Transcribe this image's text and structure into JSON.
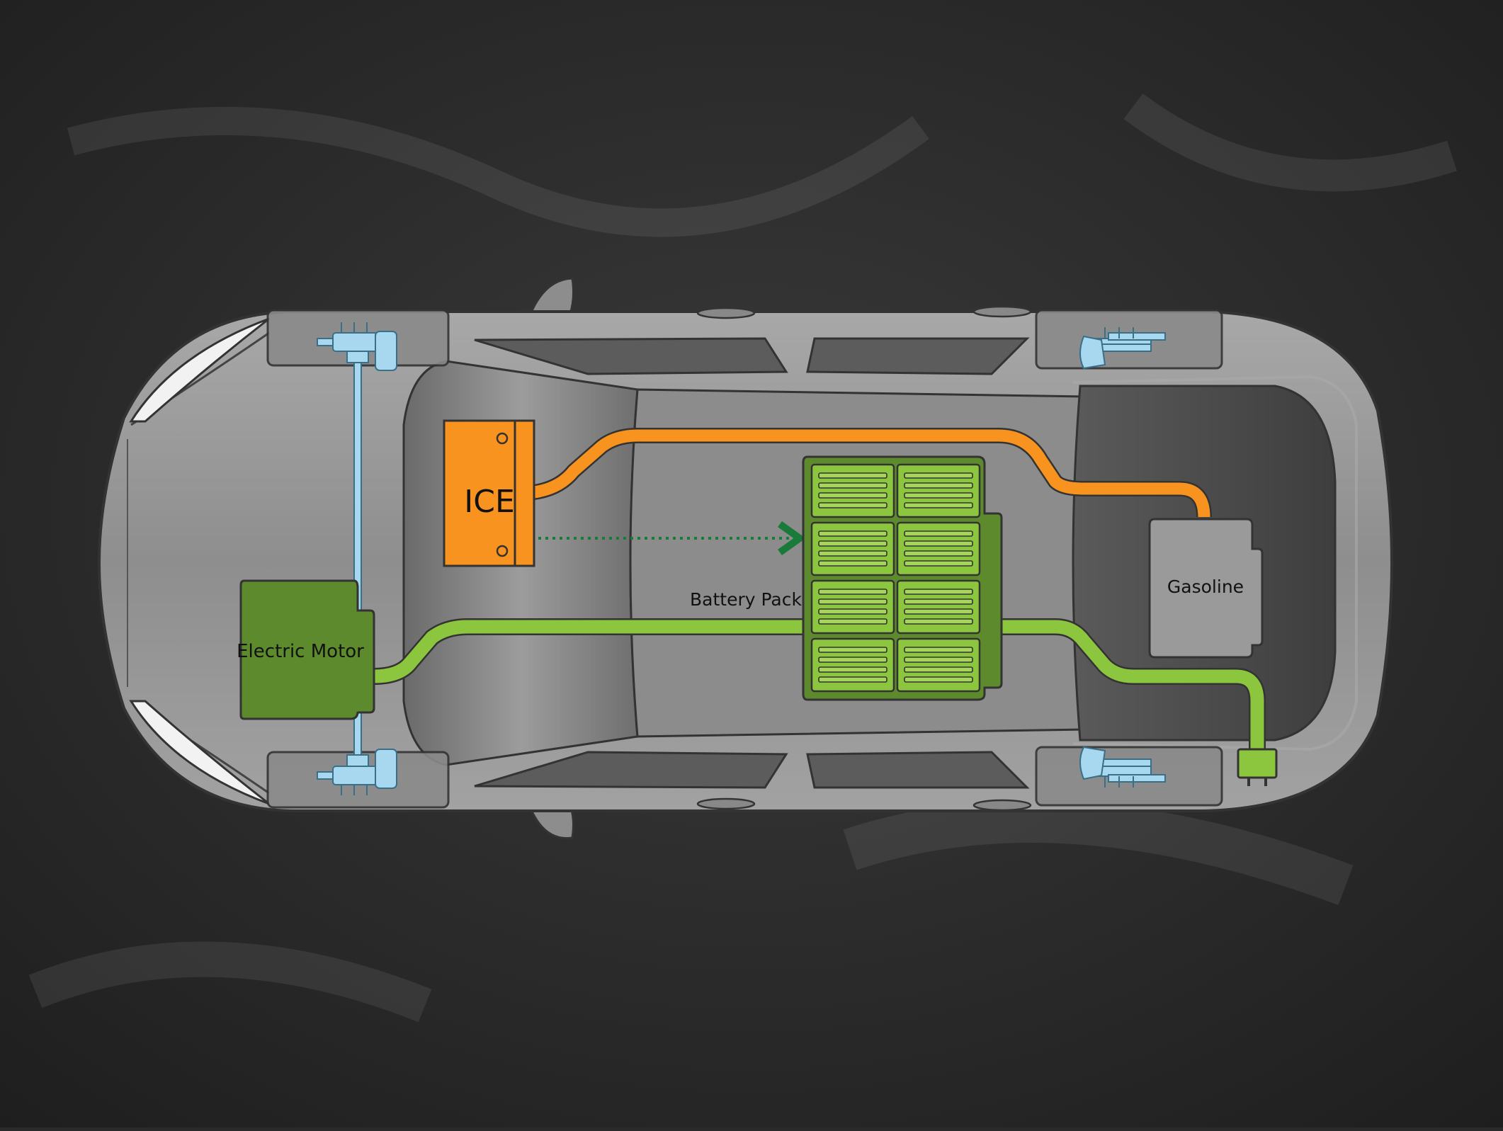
{
  "diagram": {
    "labels": {
      "ice": "ICE",
      "electric_motor": "Electric Motor",
      "battery_pack": "Battery Pack",
      "gasoline": "Gasoline"
    },
    "components": [
      {
        "id": "ice",
        "label": "ICE",
        "color": "#f7931e"
      },
      {
        "id": "electric_motor",
        "label": "Electric Motor",
        "color": "#5c8a2c"
      },
      {
        "id": "battery_pack",
        "label": "Battery Pack",
        "color": "#8cc63f"
      },
      {
        "id": "gasoline",
        "label": "Gasoline",
        "color": "#9a9a9a"
      },
      {
        "id": "charging_plug",
        "label": "",
        "color": "#8cc63f"
      }
    ],
    "connections": [
      {
        "from": "ice",
        "to": "gasoline",
        "kind": "fuel-line",
        "color": "#f7931e"
      },
      {
        "from": "electric_motor",
        "to": "battery_pack",
        "kind": "power-cable",
        "color": "#8cc63f"
      },
      {
        "from": "battery_pack",
        "to": "charging_plug",
        "kind": "charge-cable",
        "color": "#8cc63f"
      },
      {
        "from": "ice",
        "to": "battery_pack",
        "kind": "dotted-arrow",
        "color": "#1a7a3a"
      }
    ],
    "battery_cells": 8,
    "colors": {
      "background": "#2a2a2a",
      "car_body": "#9a9a9a",
      "axle": "#a8d8ef",
      "ice": "#f7931e",
      "motor": "#5c8a2c",
      "battery": "#8cc63f",
      "arrow": "#1a7a3a"
    }
  }
}
